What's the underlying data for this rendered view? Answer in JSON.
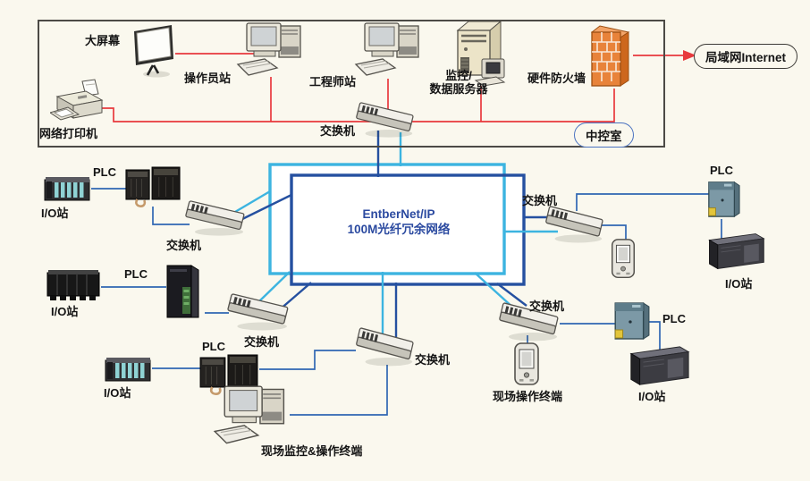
{
  "diagram": {
    "type": "network-topology",
    "ring": {
      "line1": "EntberNet/IP",
      "line2": "100M光纤冗余网络"
    },
    "control_room": {
      "room_label": "中控室",
      "big_screen": "大屏幕",
      "operator_station": "操作员站",
      "engineer_station": "工程师站",
      "server_line1": "监控/",
      "server_line2": "数据服务器",
      "firewall": "硬件防火墙",
      "printer": "网络打印机"
    },
    "internet_label": "局域网Internet",
    "labels": {
      "switch": "交换机",
      "plc": "PLC",
      "io_station": "I/O站",
      "field_operator_terminal": "现场操作终端",
      "field_monitor_terminal": "现场监控&操作终端"
    },
    "colors": {
      "background": "#faf8ee",
      "red_link": "#e8393d",
      "ring_cyan": "#3cb4e0",
      "ring_dark_blue": "#2550a0",
      "device_link_blue": "#2f66b3",
      "firewall_orange": "#e8833a"
    }
  }
}
